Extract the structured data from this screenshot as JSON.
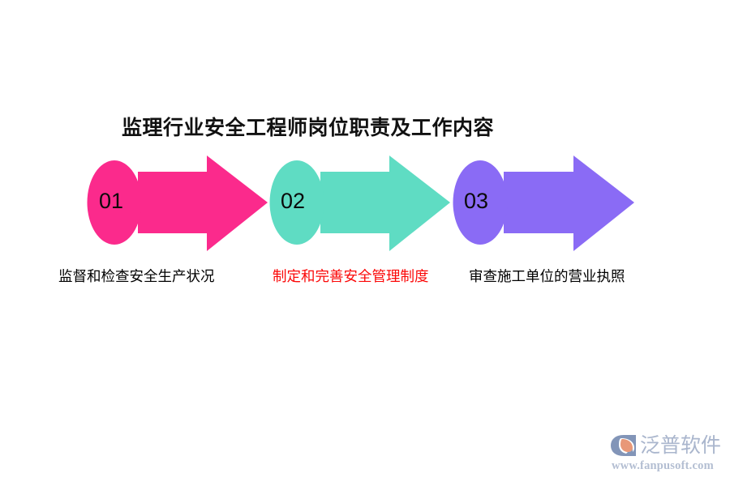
{
  "page": {
    "background": "#ffffff",
    "title": "监理行业安全工程师岗位职责及工作内容"
  },
  "diagram": {
    "type": "process-arrows",
    "orientation": "horizontal",
    "steps": [
      {
        "number": "01",
        "color": "#fb2a8c",
        "caption": "监督和检查安全生产状况",
        "caption_color": "#000000"
      },
      {
        "number": "02",
        "color": "#5fdcc3",
        "caption": "制定和完善安全管理制度",
        "caption_color": "#fb0808"
      },
      {
        "number": "03",
        "color": "#8a6bf5",
        "caption": "审查施工单位的营业执照",
        "caption_color": "#000000"
      }
    ]
  },
  "footer": {
    "logo_name": "泛普软件",
    "logo_url": "www.fanpusoft.com",
    "logo_text_color": "#aab6cd",
    "logo_mark_color": "#8295b8",
    "logo_accent_color": "#e89878"
  }
}
